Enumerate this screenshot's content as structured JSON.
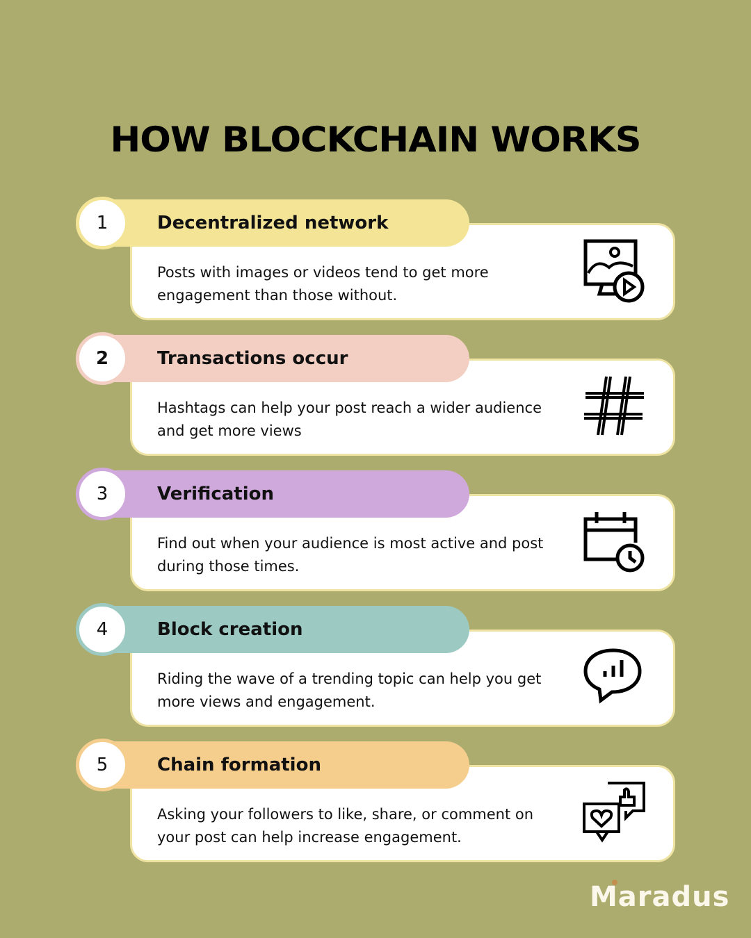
{
  "title": "HOW BLOCKCHAIN WORKS",
  "steps": [
    {
      "number": "1",
      "heading": "Decentralized network",
      "text": "Posts with images or videos tend to get more engagement than those without.",
      "color": "#f3e496",
      "icon": "image-video-monitor-icon"
    },
    {
      "number": "2",
      "heading": "Transactions occur",
      "text": "Hashtags can help your post reach a wider audience and get more views",
      "color": "#f2cfc2",
      "icon": "hashtag-icon"
    },
    {
      "number": "3",
      "heading": "Verification",
      "text": "Find out when your audience is most active and post during those times.",
      "color": "#d0a9dc",
      "icon": "calendar-clock-icon"
    },
    {
      "number": "4",
      "heading": "Block creation",
      "text": "Riding the wave of a trending topic can help you get more views and engagement.",
      "color": "#9ccac3",
      "icon": "chat-chart-icon"
    },
    {
      "number": "5",
      "heading": "Chain formation",
      "text": "Asking your followers to like, share, or comment on your post can help increase engagement.",
      "color": "#f5ce8e",
      "icon": "like-heart-bubbles-icon"
    }
  ],
  "logo": "Maradus"
}
